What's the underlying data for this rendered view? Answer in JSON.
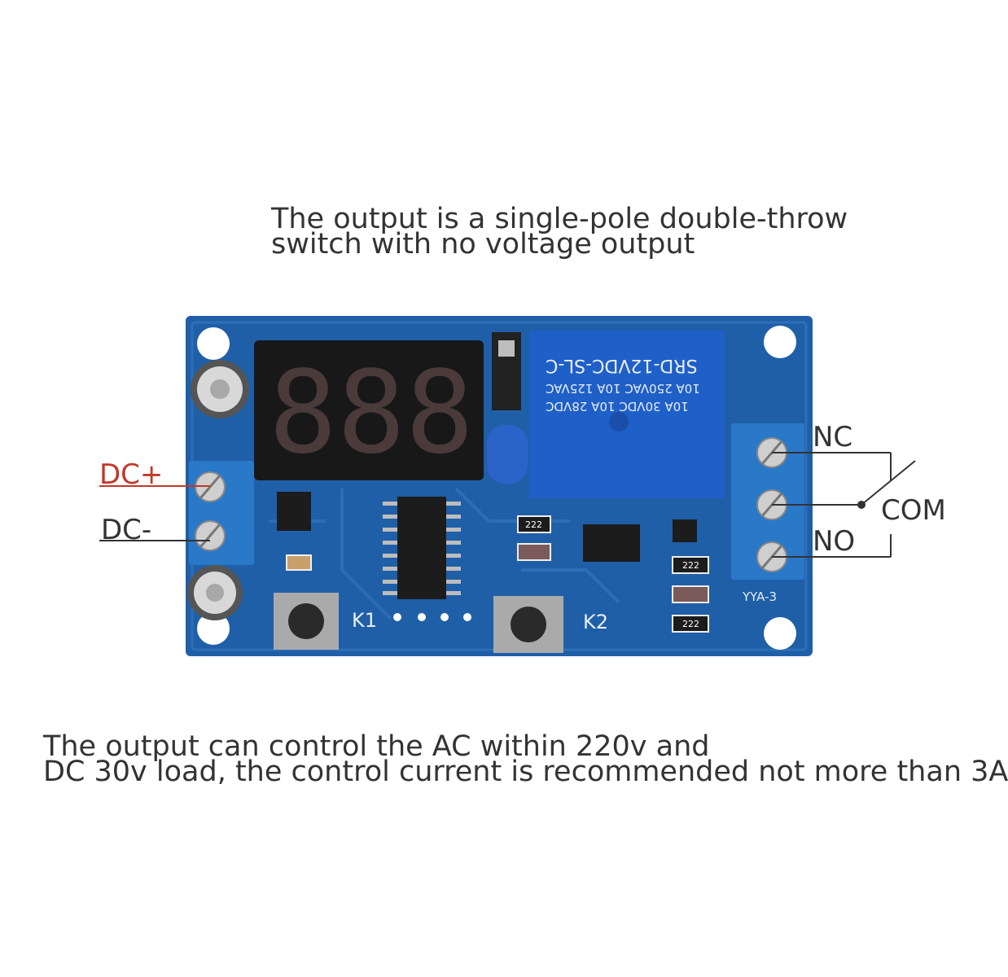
{
  "captions": {
    "top_line1": "The output is a single-pole double-throw",
    "top_line2": "switch with no voltage output",
    "bottom_line1": "The output can control the AC within 220v and",
    "bottom_line2": "DC 30v load, the control current is recommended not more than 3A"
  },
  "terminals": {
    "dc_plus": "DC+",
    "dc_minus": "DC-",
    "nc": "NC",
    "com": "COM",
    "no": "NO"
  },
  "board": {
    "display_digits": "888",
    "relay_line1": "SRD-12VDC-SL-C",
    "relay_line2": "10A 250VAC 10A 125VAC",
    "relay_line3": "10A  30VDC 10A  28VDC",
    "button_k1": "K1",
    "button_k2": "K2",
    "terminal_block": "YYA-3",
    "resistor_code": "222"
  },
  "colors": {
    "pcb": "#1f5fa8",
    "pcb_dark": "#174a86",
    "terminal_blue": "#2a78c8",
    "dc_plus_red": "#c0392b",
    "segment": "#4a3a3a",
    "relay_blue": "#1f5fc8"
  }
}
